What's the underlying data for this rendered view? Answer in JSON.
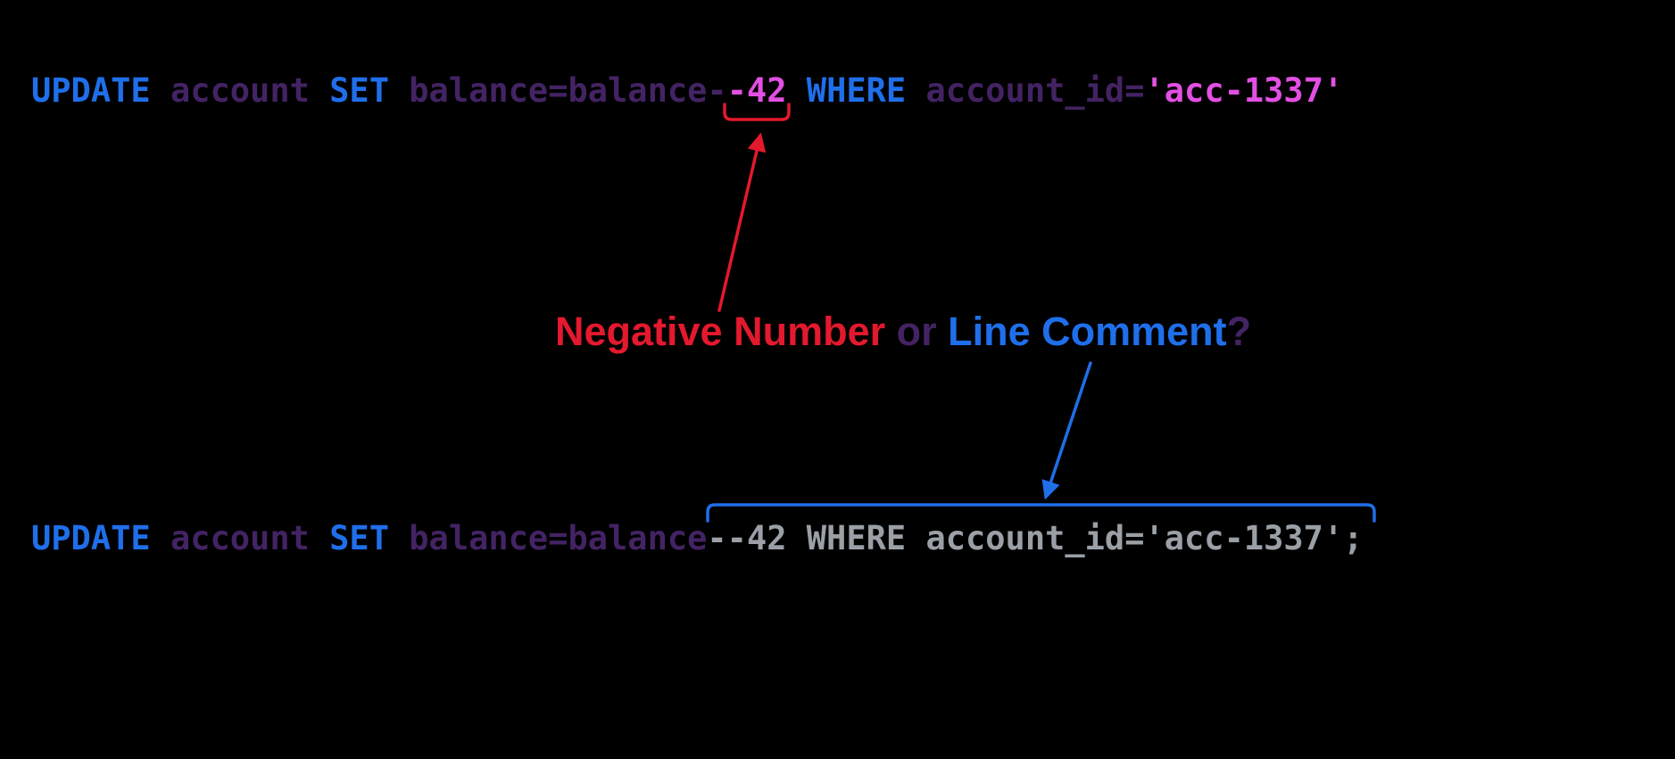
{
  "colors": {
    "background": "#000000",
    "keyword_blue": "#1f6feb",
    "identifier_purple": "#432363",
    "literal_magenta": "#e34fe3",
    "comment_gray": "#9aa0a6",
    "annotation_red": "#e3192d",
    "annotation_blue": "#1f6feb",
    "annotation_purple": "#432363"
  },
  "top_query": {
    "full_text": "UPDATE account SET balance=balance--42 WHERE account_id='acc-1337'",
    "segments": [
      {
        "text": "UPDATE ",
        "role": "keyword"
      },
      {
        "text": "account ",
        "role": "identifier"
      },
      {
        "text": "SET ",
        "role": "keyword"
      },
      {
        "text": "balance=balance-",
        "role": "identifier"
      },
      {
        "text": "-42",
        "role": "literal"
      },
      {
        "text": " WHERE ",
        "role": "keyword"
      },
      {
        "text": "account_id=",
        "role": "identifier"
      },
      {
        "text": "'acc-1337'",
        "role": "literal"
      }
    ]
  },
  "annotation": {
    "full_text": "Negative Number or Line Comment?",
    "segments": [
      {
        "text": "Negative Number",
        "role": "red"
      },
      {
        "text": " or ",
        "role": "purple"
      },
      {
        "text": "Line Comment",
        "role": "blue"
      },
      {
        "text": "?",
        "role": "purple"
      }
    ]
  },
  "bottom_query": {
    "full_text": "UPDATE account SET balance=balance--42 WHERE account_id='acc-1337';",
    "segments": [
      {
        "text": "UPDATE ",
        "role": "keyword"
      },
      {
        "text": "account ",
        "role": "identifier"
      },
      {
        "text": "SET ",
        "role": "keyword"
      },
      {
        "text": "balance=balance",
        "role": "identifier"
      },
      {
        "text": "--42 WHERE account_id='acc-1337';",
        "role": "comment"
      }
    ]
  }
}
